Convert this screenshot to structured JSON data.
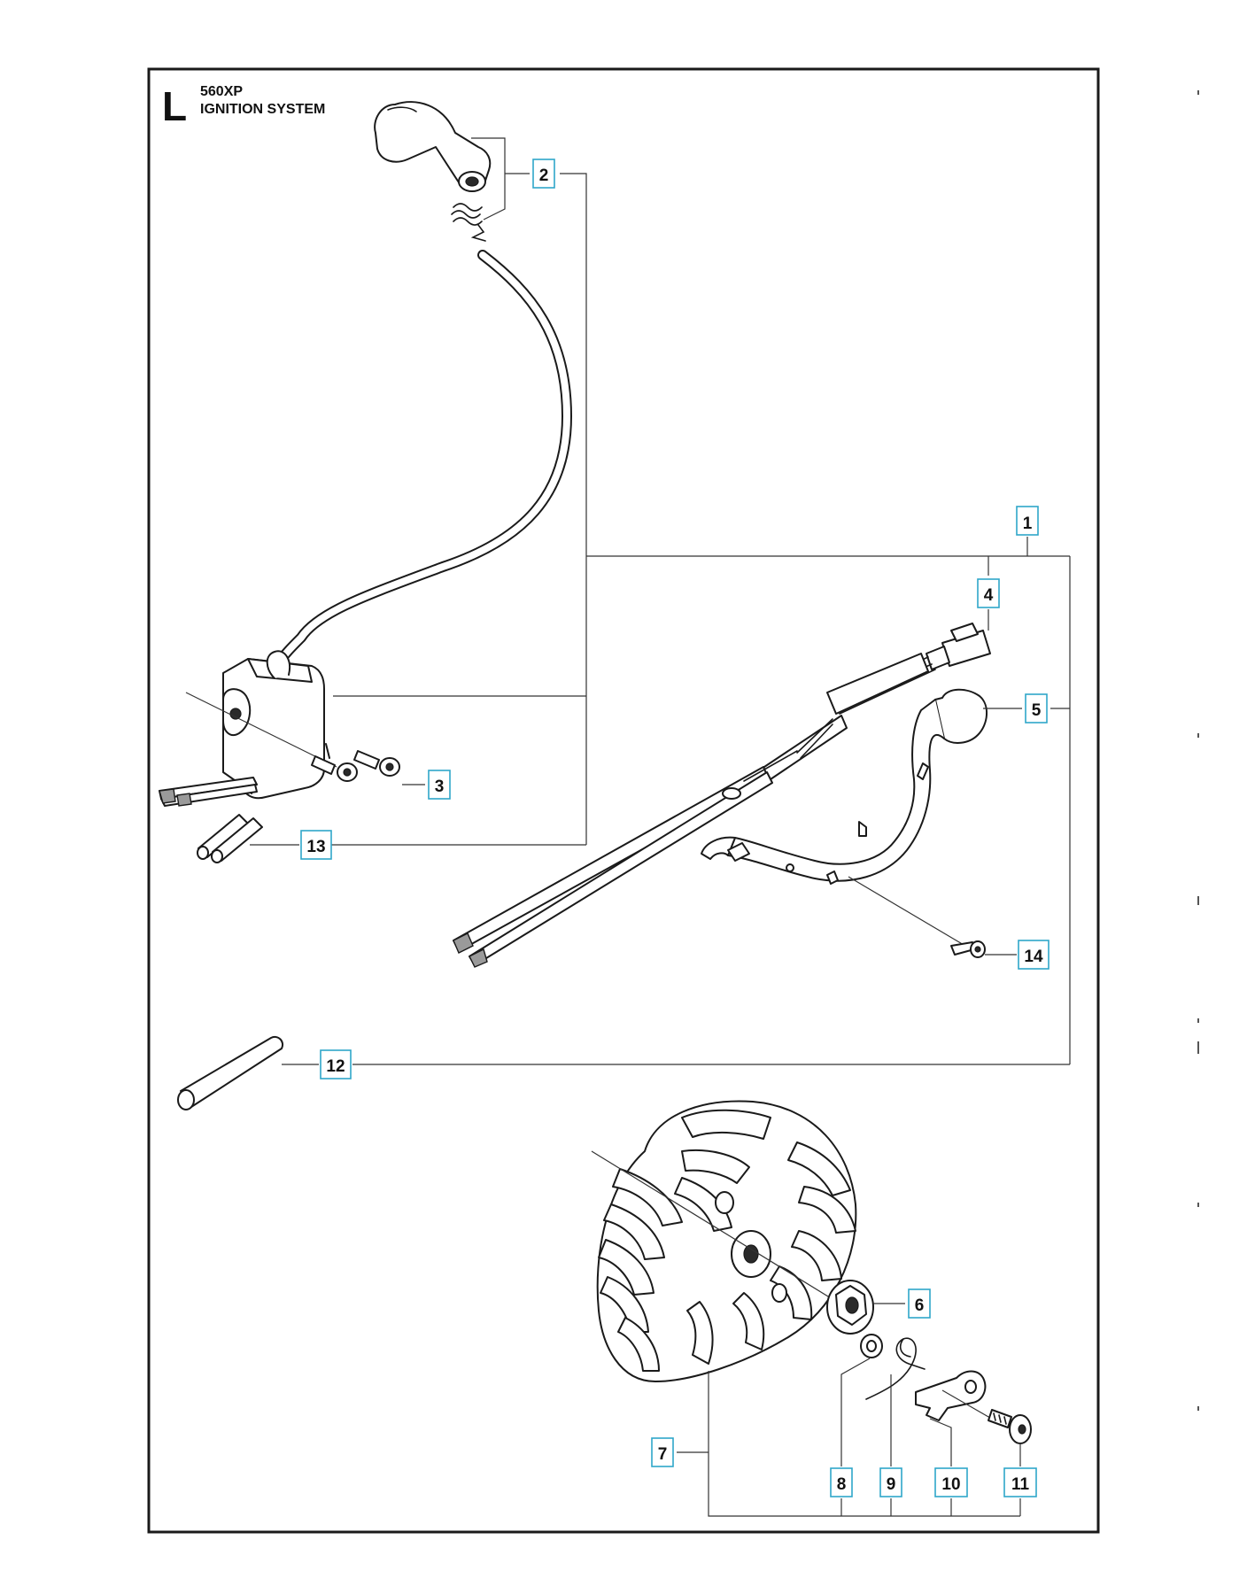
{
  "header": {
    "section_letter": "L",
    "model": "560XP",
    "title": "IGNITION SYSTEM"
  },
  "callouts": [
    {
      "id": "callout-1",
      "number": "1"
    },
    {
      "id": "callout-2",
      "number": "2"
    },
    {
      "id": "callout-3",
      "number": "3"
    },
    {
      "id": "callout-4",
      "number": "4"
    },
    {
      "id": "callout-5",
      "number": "5"
    },
    {
      "id": "callout-6",
      "number": "6"
    },
    {
      "id": "callout-7",
      "number": "7"
    },
    {
      "id": "callout-8",
      "number": "8"
    },
    {
      "id": "callout-9",
      "number": "9"
    },
    {
      "id": "callout-10",
      "number": "10"
    },
    {
      "id": "callout-11",
      "number": "11"
    },
    {
      "id": "callout-12",
      "number": "12"
    },
    {
      "id": "callout-13",
      "number": "13"
    },
    {
      "id": "callout-14",
      "number": "14"
    }
  ],
  "colors": {
    "callout_border": "#2fa6c9",
    "line": "#1a1a1a"
  }
}
